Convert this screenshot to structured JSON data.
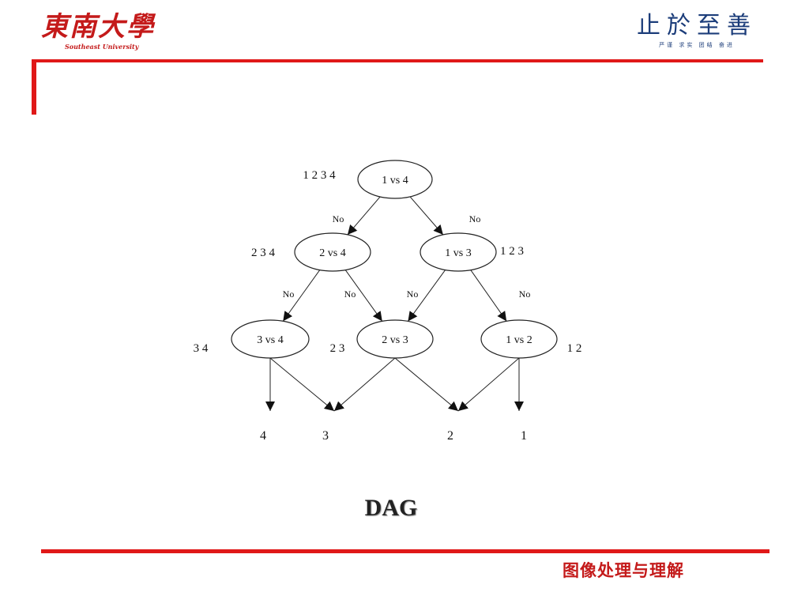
{
  "header": {
    "logo_cn": "東南大學",
    "logo_en": "Southeast University",
    "motto": "止於至善",
    "motto_sub": "严谨 求实 团结 奋进"
  },
  "diagram": {
    "nodes": [
      {
        "id": "n14",
        "label": "1 vs 4",
        "set": "1 2 3 4"
      },
      {
        "id": "n24",
        "label": "2 vs 4",
        "set": "2 3 4"
      },
      {
        "id": "n13",
        "label": "1 vs 3",
        "set": "1 2 3"
      },
      {
        "id": "n34",
        "label": "3 vs 4",
        "set": "3 4"
      },
      {
        "id": "n23",
        "label": "2 vs 3",
        "set": "2 3"
      },
      {
        "id": "n12",
        "label": "1 vs 2",
        "set": "1 2"
      }
    ],
    "leaves": [
      {
        "id": "c4",
        "label": "4"
      },
      {
        "id": "c3",
        "label": "3"
      },
      {
        "id": "c2",
        "label": "2"
      },
      {
        "id": "c1",
        "label": "1"
      }
    ],
    "edges": [
      {
        "from": "n14",
        "to": "n24",
        "label": "No"
      },
      {
        "from": "n14",
        "to": "n13",
        "label": "No"
      },
      {
        "from": "n24",
        "to": "n34",
        "label": "No"
      },
      {
        "from": "n24",
        "to": "n23",
        "label": "No"
      },
      {
        "from": "n13",
        "to": "n23",
        "label": "No"
      },
      {
        "from": "n13",
        "to": "n12",
        "label": "No"
      },
      {
        "from": "n34",
        "to": "c4",
        "label": ""
      },
      {
        "from": "n34",
        "to": "c3",
        "label": ""
      },
      {
        "from": "n23",
        "to": "c3",
        "label": ""
      },
      {
        "from": "n23",
        "to": "c2",
        "label": ""
      },
      {
        "from": "n12",
        "to": "c2",
        "label": ""
      },
      {
        "from": "n12",
        "to": "c1",
        "label": ""
      }
    ]
  },
  "caption": "DAG",
  "footer": {
    "title": "图像处理与理解"
  }
}
